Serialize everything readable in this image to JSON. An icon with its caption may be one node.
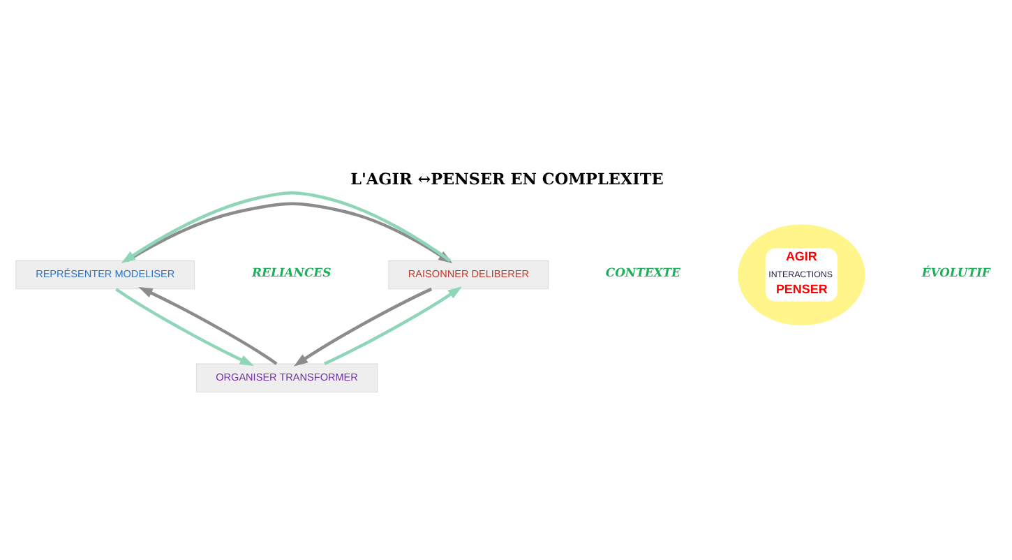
{
  "diagram": {
    "title": "L'AGIR ↔PENSER EN COMPLEXITE",
    "nodes": [
      {
        "text": [
          "REPRÉSENTER MODELISER"
        ]
      },
      {
        "text": [
          "RAISONNER DELIBERER"
        ]
      },
      {
        "text": [
          "AGIR",
          "INTERACTIONS",
          "PENSER"
        ]
      },
      {
        "text": [
          "ORGANISER TRANSFORMER"
        ]
      }
    ],
    "edges": [
      {
        "from": 0,
        "to": 1,
        "arrow": "to"
      },
      {
        "from": 1,
        "to": 0,
        "arrow": "to",
        "color": "#8fd6b8"
      },
      {
        "from": 1,
        "to": 3,
        "arrow": "to"
      },
      {
        "from": 3,
        "to": 1,
        "arrow": "to",
        "color": "#8fd6b8"
      },
      {
        "from": 3,
        "to": 0,
        "arrow": "to"
      },
      {
        "from": 0,
        "to": 3,
        "arrow": "to",
        "color": "#8fd6b8"
      }
    ],
    "labels": [
      "RELIANCES",
      "CONTEXTE",
      "ÉVOLUTIF"
    ]
  }
}
